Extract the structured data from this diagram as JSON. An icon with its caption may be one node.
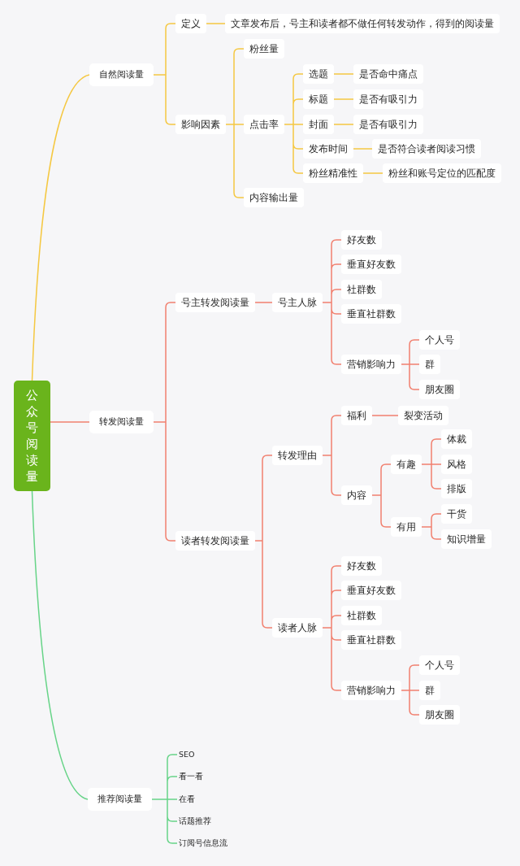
{
  "diagram": {
    "nodes": [
      {
        "text": [
          "公众号阅读量"
        ]
      },
      {
        "text": [
          "自然阅读量"
        ]
      },
      {
        "text": [
          "定义"
        ]
      },
      {
        "text": [
          "文章发布后，号主和读者都不做任何转发动作，得到的阅读量"
        ]
      },
      {
        "text": [
          "影响因素"
        ]
      },
      {
        "text": [
          "粉丝量"
        ]
      },
      {
        "text": [
          "点击率"
        ]
      },
      {
        "text": [
          "选题"
        ]
      },
      {
        "text": [
          "是否命中痛点"
        ]
      },
      {
        "text": [
          "标题"
        ]
      },
      {
        "text": [
          "是否有吸引力"
        ]
      },
      {
        "text": [
          "封面"
        ]
      },
      {
        "text": [
          "是否有吸引力"
        ]
      },
      {
        "text": [
          "发布时间"
        ]
      },
      {
        "text": [
          "是否符合读者阅读习惯"
        ]
      },
      {
        "text": [
          "粉丝精准性"
        ]
      },
      {
        "text": [
          "粉丝和账号定位的匹配度"
        ]
      },
      {
        "text": [
          "内容输出量"
        ]
      },
      {
        "text": [
          "转发阅读量"
        ]
      },
      {
        "text": [
          "号主转发阅读量"
        ]
      },
      {
        "text": [
          "号主人脉"
        ]
      },
      {
        "text": [
          "好友数"
        ]
      },
      {
        "text": [
          "垂直好友数"
        ]
      },
      {
        "text": [
          "社群数"
        ]
      },
      {
        "text": [
          "垂直社群数"
        ]
      },
      {
        "text": [
          "营销影响力"
        ]
      },
      {
        "text": [
          "个人号"
        ]
      },
      {
        "text": [
          "群"
        ]
      },
      {
        "text": [
          "朋友圈"
        ]
      },
      {
        "text": [
          "读者转发阅读量"
        ]
      },
      {
        "text": [
          "转发理由"
        ]
      },
      {
        "text": [
          "福利"
        ]
      },
      {
        "text": [
          "裂变活动"
        ]
      },
      {
        "text": [
          "内容"
        ]
      },
      {
        "text": [
          "有趣"
        ]
      },
      {
        "text": [
          "体裁"
        ]
      },
      {
        "text": [
          "风格"
        ]
      },
      {
        "text": [
          "排版"
        ]
      },
      {
        "text": [
          "有用"
        ]
      },
      {
        "text": [
          "干货"
        ]
      },
      {
        "text": [
          "知识增量"
        ]
      },
      {
        "text": [
          "读者人脉"
        ]
      },
      {
        "text": [
          "好友数"
        ]
      },
      {
        "text": [
          "垂直好友数"
        ]
      },
      {
        "text": [
          "社群数"
        ]
      },
      {
        "text": [
          "垂直社群数"
        ]
      },
      {
        "text": [
          "营销影响力"
        ]
      },
      {
        "text": [
          "个人号"
        ]
      },
      {
        "text": [
          "群"
        ]
      },
      {
        "text": [
          "朋友圈"
        ]
      },
      {
        "text": [
          "推荐阅读量"
        ]
      },
      {
        "text": [
          "SEO"
        ]
      },
      {
        "text": [
          "看一看"
        ]
      },
      {
        "text": [
          "在看"
        ]
      },
      {
        "text": [
          "话题推荐"
        ]
      },
      {
        "text": [
          "订阅号信息流"
        ]
      }
    ],
    "edges": [
      {
        "from": 0,
        "to": 1,
        "arrow": "none",
        "color": "#f5c842"
      },
      {
        "from": 1,
        "to": 2,
        "arrow": "none",
        "color": "#f5c842"
      },
      {
        "from": 2,
        "to": 3,
        "arrow": "none",
        "color": "#f5c842"
      },
      {
        "from": 1,
        "to": 4,
        "arrow": "none",
        "color": "#f5c842"
      },
      {
        "from": 4,
        "to": 5,
        "arrow": "none",
        "color": "#f5c842"
      },
      {
        "from": 4,
        "to": 6,
        "arrow": "none",
        "color": "#f5c842"
      },
      {
        "from": 6,
        "to": 7,
        "arrow": "none",
        "color": "#f5c842"
      },
      {
        "from": 7,
        "to": 8,
        "arrow": "none",
        "color": "#f5c842"
      },
      {
        "from": 6,
        "to": 9,
        "arrow": "none",
        "color": "#f5c842"
      },
      {
        "from": 9,
        "to": 10,
        "arrow": "none",
        "color": "#f5c842"
      },
      {
        "from": 6,
        "to": 11,
        "arrow": "none",
        "color": "#f5c842"
      },
      {
        "from": 11,
        "to": 12,
        "arrow": "none",
        "color": "#f5c842"
      },
      {
        "from": 6,
        "to": 13,
        "arrow": "none",
        "color": "#f5c842"
      },
      {
        "from": 13,
        "to": 14,
        "arrow": "none",
        "color": "#f5c842"
      },
      {
        "from": 6,
        "to": 15,
        "arrow": "none",
        "color": "#f5c842"
      },
      {
        "from": 15,
        "to": 16,
        "arrow": "none",
        "color": "#f5c842"
      },
      {
        "from": 4,
        "to": 17,
        "arrow": "none",
        "color": "#f5c842"
      },
      {
        "from": 0,
        "to": 18,
        "arrow": "none"
      },
      {
        "from": 18,
        "to": 19,
        "arrow": "none"
      },
      {
        "from": 19,
        "to": 20,
        "arrow": "none"
      },
      {
        "from": 20,
        "to": 21,
        "arrow": "none"
      },
      {
        "from": 20,
        "to": 22,
        "arrow": "none"
      },
      {
        "from": 20,
        "to": 23,
        "arrow": "none"
      },
      {
        "from": 20,
        "to": 24,
        "arrow": "none"
      },
      {
        "from": 20,
        "to": 25,
        "arrow": "none"
      },
      {
        "from": 25,
        "to": 26,
        "arrow": "none"
      },
      {
        "from": 25,
        "to": 27,
        "arrow": "none"
      },
      {
        "from": 25,
        "to": 28,
        "arrow": "none"
      },
      {
        "from": 18,
        "to": 29,
        "arrow": "none"
      },
      {
        "from": 29,
        "to": 30,
        "arrow": "none"
      },
      {
        "from": 30,
        "to": 31,
        "arrow": "none"
      },
      {
        "from": 31,
        "to": 32,
        "arrow": "none"
      },
      {
        "from": 30,
        "to": 33,
        "arrow": "none"
      },
      {
        "from": 33,
        "to": 34,
        "arrow": "none"
      },
      {
        "from": 34,
        "to": 35,
        "arrow": "none"
      },
      {
        "from": 34,
        "to": 36,
        "arrow": "none"
      },
      {
        "from": 34,
        "to": 37,
        "arrow": "none"
      },
      {
        "from": 33,
        "to": 38,
        "arrow": "none"
      },
      {
        "from": 38,
        "to": 39,
        "arrow": "none"
      },
      {
        "from": 38,
        "to": 40,
        "arrow": "none"
      },
      {
        "from": 29,
        "to": 41,
        "arrow": "none"
      },
      {
        "from": 41,
        "to": 42,
        "arrow": "none"
      },
      {
        "from": 41,
        "to": 43,
        "arrow": "none"
      },
      {
        "from": 41,
        "to": 44,
        "arrow": "none"
      },
      {
        "from": 41,
        "to": 45,
        "arrow": "none"
      },
      {
        "from": 41,
        "to": 46,
        "arrow": "none"
      },
      {
        "from": 46,
        "to": 47,
        "arrow": "none"
      },
      {
        "from": 46,
        "to": 48,
        "arrow": "none"
      },
      {
        "from": 46,
        "to": 49,
        "arrow": "none"
      },
      {
        "from": 0,
        "to": 50,
        "arrow": "none",
        "color": "#67d488"
      },
      {
        "from": 50,
        "to": 51,
        "arrow": "none",
        "color": "#67d488"
      },
      {
        "from": 50,
        "to": 52,
        "arrow": "none",
        "color": "#67d488"
      },
      {
        "from": 50,
        "to": 53,
        "arrow": "none",
        "color": "#67d488"
      },
      {
        "from": 50,
        "to": 54,
        "arrow": "none",
        "color": "#67d488"
      },
      {
        "from": 50,
        "to": 55,
        "arrow": "none",
        "color": "#67d488"
      }
    ]
  }
}
